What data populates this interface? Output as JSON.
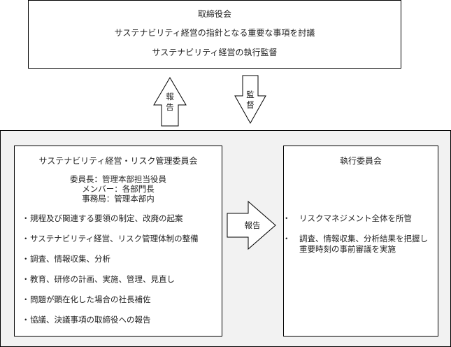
{
  "board": {
    "title": "取締役会",
    "line1": "サステナビリティ経営の指針となる重要な事項を討議",
    "line2": "サステナビリティ経営の執行監督"
  },
  "arrows": {
    "report_up": [
      "報",
      "告"
    ],
    "supervise_down": [
      "監",
      "督"
    ],
    "report_right": "報告"
  },
  "committee": {
    "title": "サステナビリティ経営・リスク管理委員会",
    "members": [
      "委員長：管理本部担当役員",
      "メンバー：各部門長",
      "事務局：管理本部内"
    ],
    "bullets": [
      "規程及び関連する要領の制定、改廃の起案",
      "サステナビリティ経営、リスク管理体制の整備",
      "調査、情報収集、分析",
      "教育、研修の計画、実施、管理、見直し",
      "問題が顕在化した場合の社長補佐",
      "協議、決議事項の取締役への報告"
    ]
  },
  "exec": {
    "title": "執行委員会",
    "bullets": [
      "リスクマネジメント全体を所管",
      "調査、情報収集、分析結果を把握し重要時刻の事前審議を実施"
    ]
  },
  "bullet_glyph": "・"
}
